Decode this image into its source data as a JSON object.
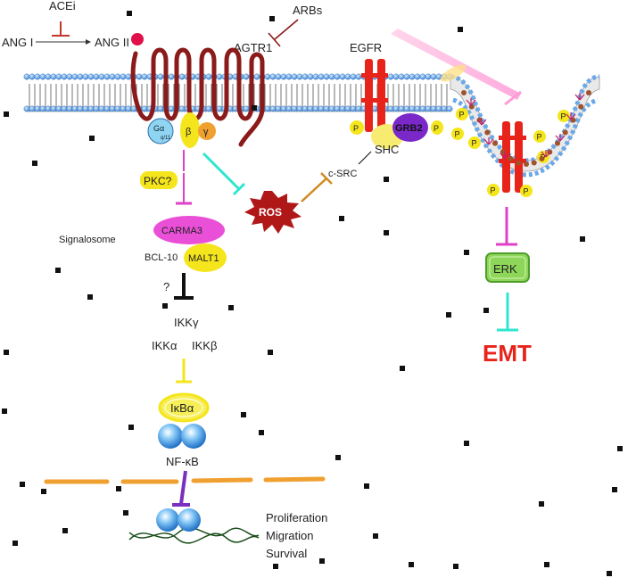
{
  "labels": {
    "acei": "ACEi",
    "ang1": "ANG I",
    "ang2": "ANG II",
    "arbs": "ARBs",
    "agtr1": "AGTR1",
    "egfr": "EGFR",
    "galpha": "Gα",
    "gq11": "q/11",
    "gbeta": "β",
    "ggamma": "γ",
    "pkc": "PKC?",
    "carma3": "CARMA3",
    "signalosome": "Signalosome",
    "bcl10": "BCL-10",
    "malt1": "MALT1",
    "question": "?",
    "ikkg": "IKKγ",
    "ikka": "IKKα",
    "ikkb": "IKKβ",
    "ikba": "IκBα",
    "nfkb": "NF-κB",
    "ros": "ROS",
    "csrc": "c-SRC",
    "grb2": "GRB2",
    "shc": "SHC",
    "p": "P",
    "erk": "ERK",
    "emt": "EMT",
    "proliferation": "Proliferation",
    "migration": "Migration",
    "survival": "Survival"
  },
  "colors": {
    "inhibit_red": "#c0392b",
    "receptor": "#8b1a1a",
    "egfr_red": "#e8231a",
    "pkc_magenta": "#e040c8",
    "cyan": "#2ee6d0",
    "yellow": "#f5e51c",
    "orange_bar": "#f0a030",
    "purple": "#7b2fbe",
    "grb2": "#7a28c8",
    "ros": "#b01818",
    "erk_green": "#8ed65a",
    "emt_red": "#e8231a",
    "membrane_head": "#5aa0e0"
  }
}
